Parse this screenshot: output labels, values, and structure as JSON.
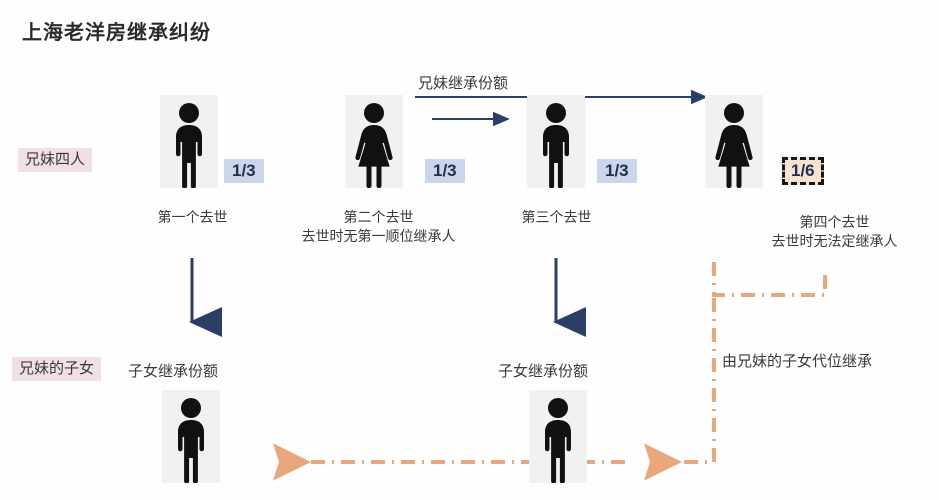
{
  "title": "上海老洋房继承纠纷",
  "colors": {
    "row_label_bg": "#f0dfe6",
    "tile_bg": "#f1f1f1",
    "fraction_bg": "#ccd6ea",
    "fraction_alt_bg": "#f7e3d4",
    "navy_arrow": "#2d3e66",
    "orange_dash": "#e8a87c",
    "text": "#3a3a3a"
  },
  "row_labels": {
    "siblings": "兄妹四人",
    "children": "兄妹的子女"
  },
  "flow_labels": {
    "sibling_share": "兄妹继承份额",
    "child_share_left": "子女继承份额",
    "child_share_right": "子女继承份额",
    "subrogation": "由兄妹的子女代位继承"
  },
  "siblings": [
    {
      "id": "sibling-1",
      "gender": "male",
      "icon": "person-male-icon",
      "fraction": "1/3",
      "fraction_style": "solid",
      "caption_line1": "第一个去世",
      "caption_line2": ""
    },
    {
      "id": "sibling-2",
      "gender": "female",
      "icon": "person-female-icon",
      "fraction": "1/3",
      "fraction_style": "solid",
      "caption_line1": "第二个去世",
      "caption_line2": "去世时无第一顺位继承人"
    },
    {
      "id": "sibling-3",
      "gender": "male",
      "icon": "person-male-icon",
      "fraction": "1/3",
      "fraction_style": "solid",
      "caption_line1": "第三个去世",
      "caption_line2": ""
    },
    {
      "id": "sibling-4",
      "gender": "female",
      "icon": "person-female-icon",
      "fraction": "1/6",
      "fraction_style": "dashed",
      "caption_line1": "第四个去世",
      "caption_line2": "去世时无法定继承人"
    }
  ],
  "children": [
    {
      "id": "child-1",
      "gender": "male",
      "icon": "person-male-icon"
    },
    {
      "id": "child-2",
      "gender": "male",
      "icon": "person-male-icon"
    }
  ]
}
